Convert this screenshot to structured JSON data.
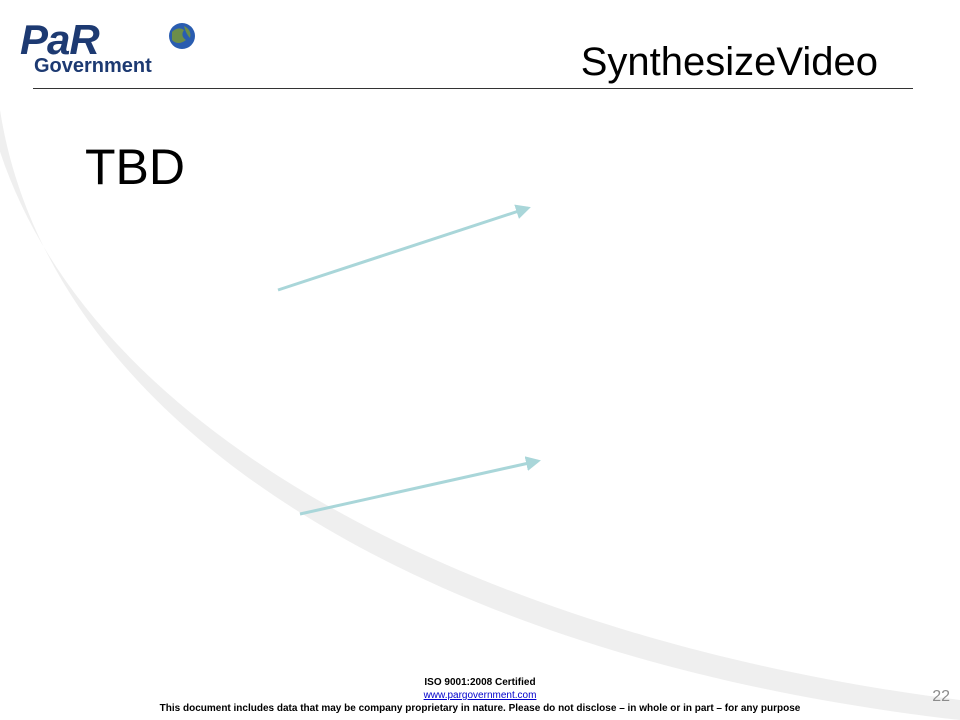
{
  "logo": {
    "word": "PaR",
    "subtitle": "Government"
  },
  "slide": {
    "title": "SynthesizeVideo",
    "body": "TBD",
    "page_number": "22"
  },
  "footer": {
    "certification": "ISO 9001:2008 Certified",
    "website": "www.pargovernment.com",
    "disclaimer": "This document includes data that may be company proprietary in nature. Please do not disclose – in whole or in part – for any purpose"
  },
  "colors": {
    "logo_blue": "#1d3a72",
    "arrow": "#a9d6d9",
    "swoosh": "#f0f0f0"
  }
}
